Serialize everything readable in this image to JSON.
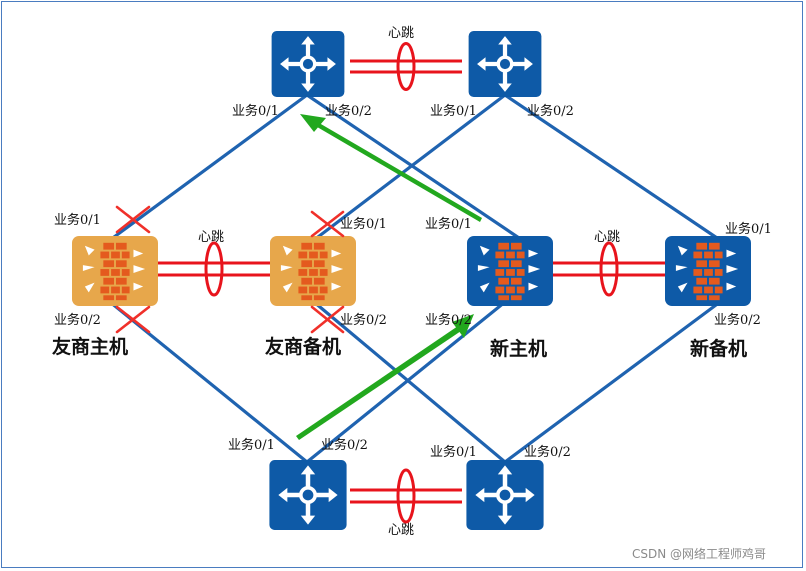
{
  "colors": {
    "link": "#1f63b0",
    "heartbeat": "#e8141c",
    "router_fill": "#0e5aa7",
    "old_firewall_fill": "#e7a74b",
    "new_firewall_fill": "#0e5aa7",
    "brick": "#e45a1e",
    "arrow_green": "#22a81e",
    "fail_mark": "#f0302a"
  },
  "icons": {
    "router": "router-icon",
    "firewall": "firewall-icon"
  },
  "labels": {
    "heartbeat": "心跳",
    "port1": "业务0/1",
    "port2": "业务0/2"
  },
  "firewalls": {
    "old_primary": "友商主机",
    "old_backup": "友商备机",
    "new_primary": "新主机",
    "new_backup": "新备机"
  },
  "watermark": "CSDN @网络工程师鸡哥"
}
